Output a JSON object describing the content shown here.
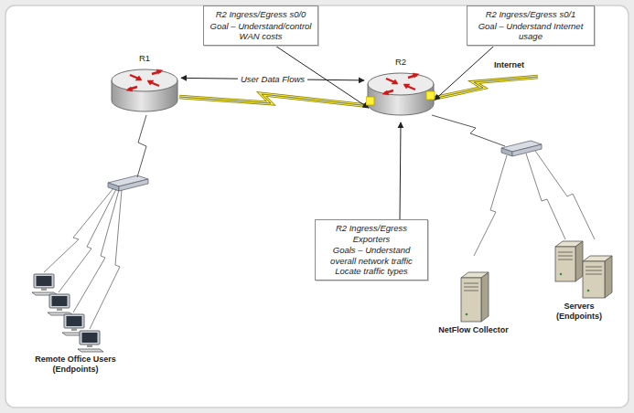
{
  "diagram": {
    "nodes": [
      {
        "text": [
          "R2 Ingress/Egress s0/0",
          "Goal – Understand/control WAN costs"
        ]
      },
      {
        "text": [
          "R2 Ingress/Egress s0/1",
          "Goal – Understand Internet usage"
        ]
      },
      {
        "text": [
          "R1"
        ]
      },
      {
        "text": [
          "R2"
        ]
      },
      {
        "text": [
          "R2 Ingress/Egress Exporters",
          "Goals – Understand overall network traffic Locate traffic types"
        ]
      },
      {
        "text": [
          "Remote Office Users (Endpoints)"
        ]
      },
      {
        "text": [
          "NetFlow Collector"
        ]
      },
      {
        "text": [
          "Servers (Endpoints)"
        ]
      }
    ],
    "edges": [
      {
        "from": 0,
        "to": 3,
        "arrow": "to"
      },
      {
        "from": 1,
        "to": 3,
        "arrow": "to"
      },
      {
        "from": 4,
        "to": 3,
        "arrow": "to"
      },
      {
        "from": 2,
        "to": 3,
        "label": "User Data Flows",
        "arrow": "both"
      }
    ],
    "labels": [
      "Internet"
    ]
  }
}
